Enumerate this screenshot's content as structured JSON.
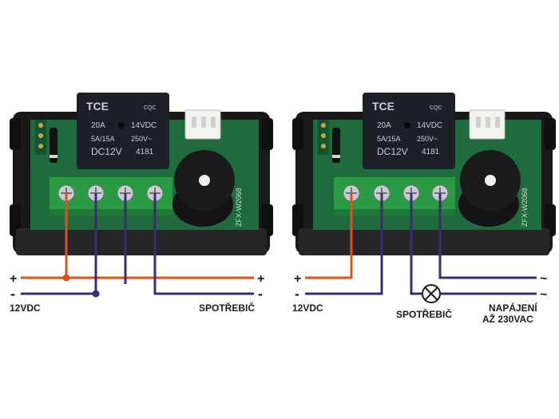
{
  "colors": {
    "wire_orange": "#e0521c",
    "wire_purple": "#3b2c73",
    "pcb": "#1f6b3d",
    "housing": "#1a1a1a",
    "relay": "#1e2027",
    "terminal": "#2a9a45"
  },
  "relay": {
    "brand": "TCE",
    "cert": "CQC",
    "line1_left": "20A",
    "line1_right": "14VDC",
    "line2_left": "5A/15A",
    "line2_right": "250V~",
    "model": "DC12V",
    "code": "4181"
  },
  "board_code": "ZFX-W2068",
  "left_panel": {
    "plus": "+",
    "minus": "-",
    "plus_right": "+",
    "minus_right": "-",
    "supply_label": "12VDC",
    "load_label": "SPOTŘEBIČ"
  },
  "right_panel": {
    "plus": "+",
    "minus": "-",
    "supply_label": "12VDC",
    "load_label": "SPOTŘEBIČ",
    "mains_label_line1": "NAPÁJENÍ",
    "mains_label_line2": "AŽ 230VAC",
    "ac_symbol_1": "~",
    "ac_symbol_2": "~"
  }
}
